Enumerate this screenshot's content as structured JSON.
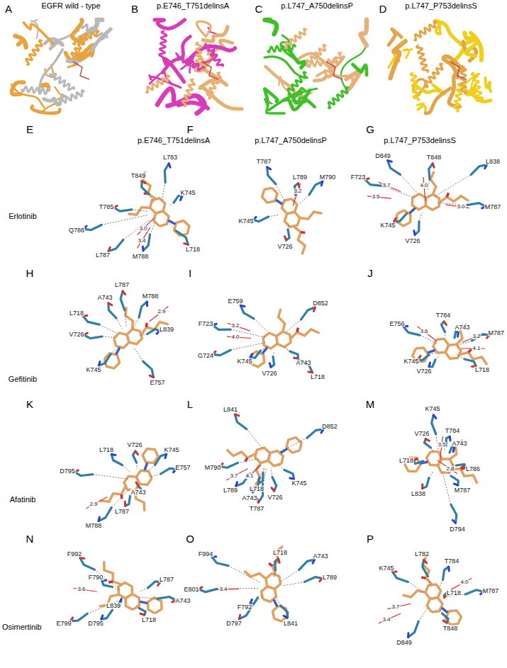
{
  "diagram": {
    "labels": [
      "A",
      "EGFR wild - type",
      "B",
      "p.E746_T751delinsA",
      "C",
      "p.L747_A750delinsP",
      "D",
      "p.L747_P753delinsS",
      "E",
      "F",
      "G",
      "p.E746_T751delinsA",
      "p.L747_A750delinsP",
      "p.L747_P753delinsS",
      "Erlotinib",
      "L783",
      "T849",
      "K745",
      "T785",
      "Q786",
      "3.0",
      "3.4",
      "L787",
      "M788",
      "L718",
      "T787",
      "L789",
      "M790",
      "3.2",
      "K745",
      "V726",
      "D849",
      "T848",
      "L838",
      "F723",
      "3.7",
      "4.0",
      "3.5",
      "3.0",
      "M787",
      "K745",
      "V726",
      "H",
      "I",
      "J",
      "Gefitinib",
      "L787",
      "M788",
      "A743",
      "2.9",
      "L718",
      "L839",
      "V726",
      "K745",
      "E757",
      "E759",
      "D852",
      "F723",
      "3.2",
      "4.0",
      "G724",
      "K745",
      "A743",
      "V726",
      "L718",
      "E756",
      "T784",
      "A743",
      "3.6",
      "3.2",
      "M787",
      "4.1",
      "K745",
      "V726",
      "L718",
      "K",
      "L",
      "M",
      "Afatinib",
      "L718",
      "V726",
      "K745",
      "D795",
      "E757",
      "A743",
      "2.9",
      "L787",
      "M788",
      "L841",
      "D852",
      "M790",
      "3.7",
      "4.1",
      "L789",
      "L718",
      "A743",
      "V726",
      "K745",
      "T787",
      "K745",
      "V726",
      "T784",
      "3.5",
      "A743",
      "L718",
      "2.8",
      "L786",
      "M787",
      "L838",
      "D794",
      "N",
      "O",
      "P",
      "Osimertinib",
      "F992",
      "F790",
      "L787",
      "3.6",
      "A743",
      "L839",
      "E799",
      "D795",
      "L718",
      "F994",
      "L718",
      "A743",
      "E801",
      "3.4",
      "L789",
      "F792",
      "D797",
      "L841",
      "L782",
      "T784",
      "K745",
      "4.0",
      "L718",
      "M787",
      "3.7",
      "3.4",
      "T848",
      "D849"
    ]
  }
}
